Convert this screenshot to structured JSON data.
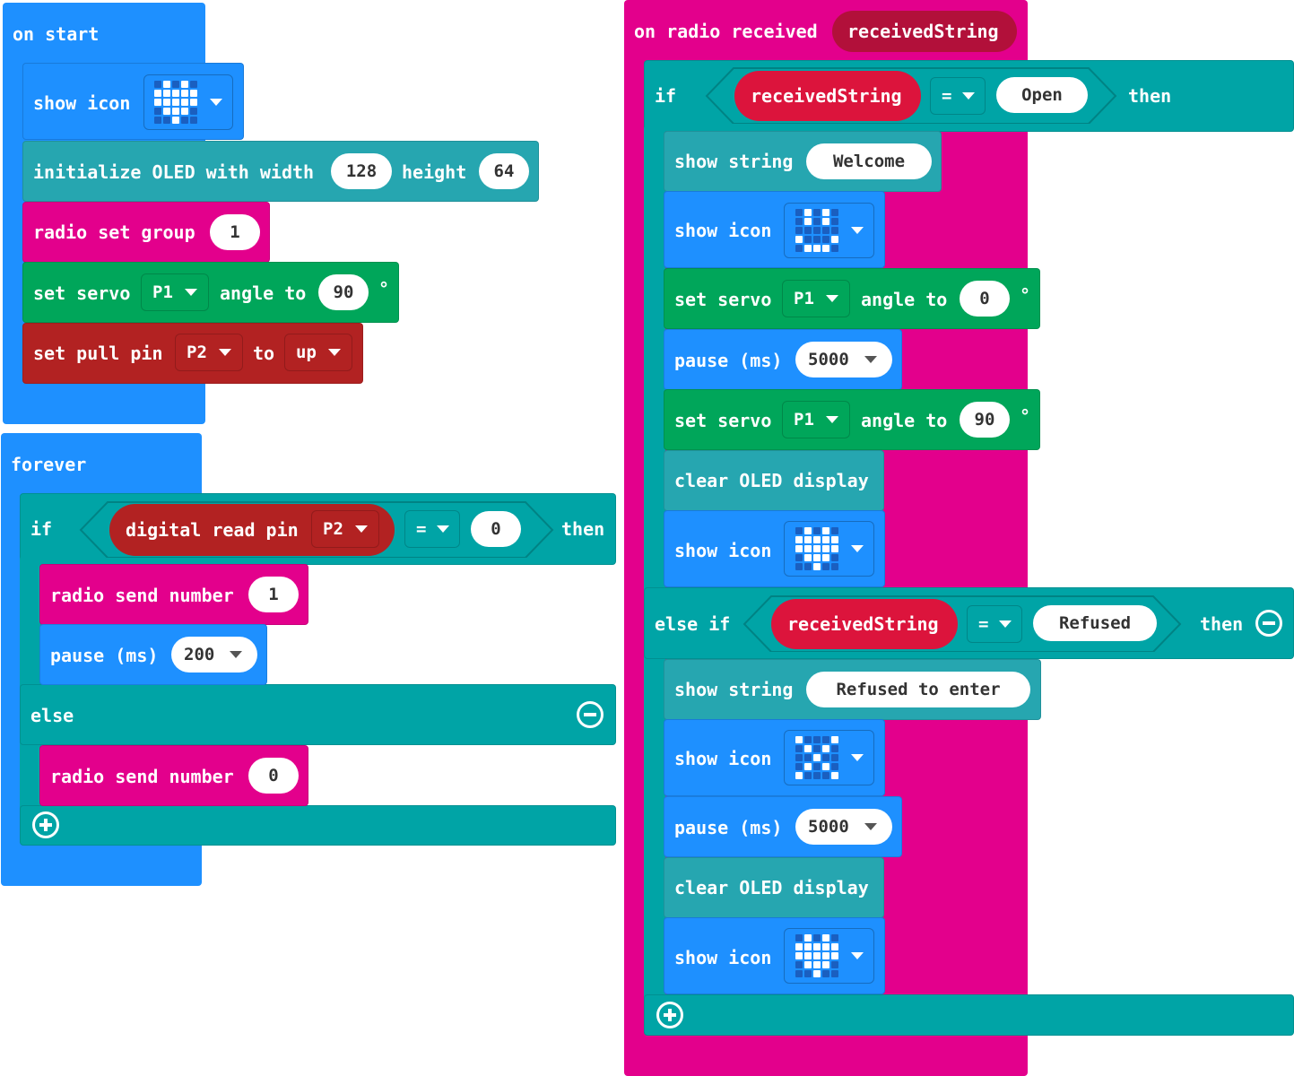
{
  "colors": {
    "basic_blue": "#1e90ff",
    "oled_teal": "#26a6b0",
    "radio_pink": "#e3008c",
    "servo_green": "#00a65a",
    "pins_red": "#b22222",
    "logic_teal": "#00a4a6",
    "variable_red": "#dc143c"
  },
  "on_start": {
    "header": "on start",
    "show_icon": "show icon",
    "oled_init": "initialize OLED with width",
    "oled_width": "128",
    "oled_height_label": "height",
    "oled_height": "64",
    "radio_group": "radio set group",
    "radio_group_value": "1",
    "servo_label": "set servo",
    "servo_pin": "P1",
    "angle_label": "angle to",
    "angle_value": "90",
    "degree": "°",
    "pull_label": "set pull pin",
    "pull_pin": "P2",
    "to_label": "to",
    "pull_mode": "up"
  },
  "forever": {
    "header": "forever",
    "if": "if",
    "digital_read": "digital read pin",
    "read_pin": "P2",
    "op": "=",
    "compare_value": "0",
    "then": "then",
    "radio_send": "radio send number",
    "send_value_1": "1",
    "pause": "pause (ms)",
    "pause_value": "200",
    "else": "else",
    "send_value_0": "0"
  },
  "on_radio": {
    "header": "on radio received",
    "param": "receivedString",
    "if": "if",
    "var": "receivedString",
    "op": "=",
    "open": "Open",
    "then": "then",
    "show_string": "show string",
    "welcome": "Welcome",
    "show_icon": "show icon",
    "servo_label": "set servo",
    "servo_pin": "P1",
    "angle_label": "angle to",
    "angle_0": "0",
    "angle_90": "90",
    "degree": "°",
    "pause": "pause (ms)",
    "pause_value": "5000",
    "clear_oled": "clear OLED display",
    "else_if": "else if",
    "refused": "Refused",
    "refused_msg": "Refused to enter"
  }
}
